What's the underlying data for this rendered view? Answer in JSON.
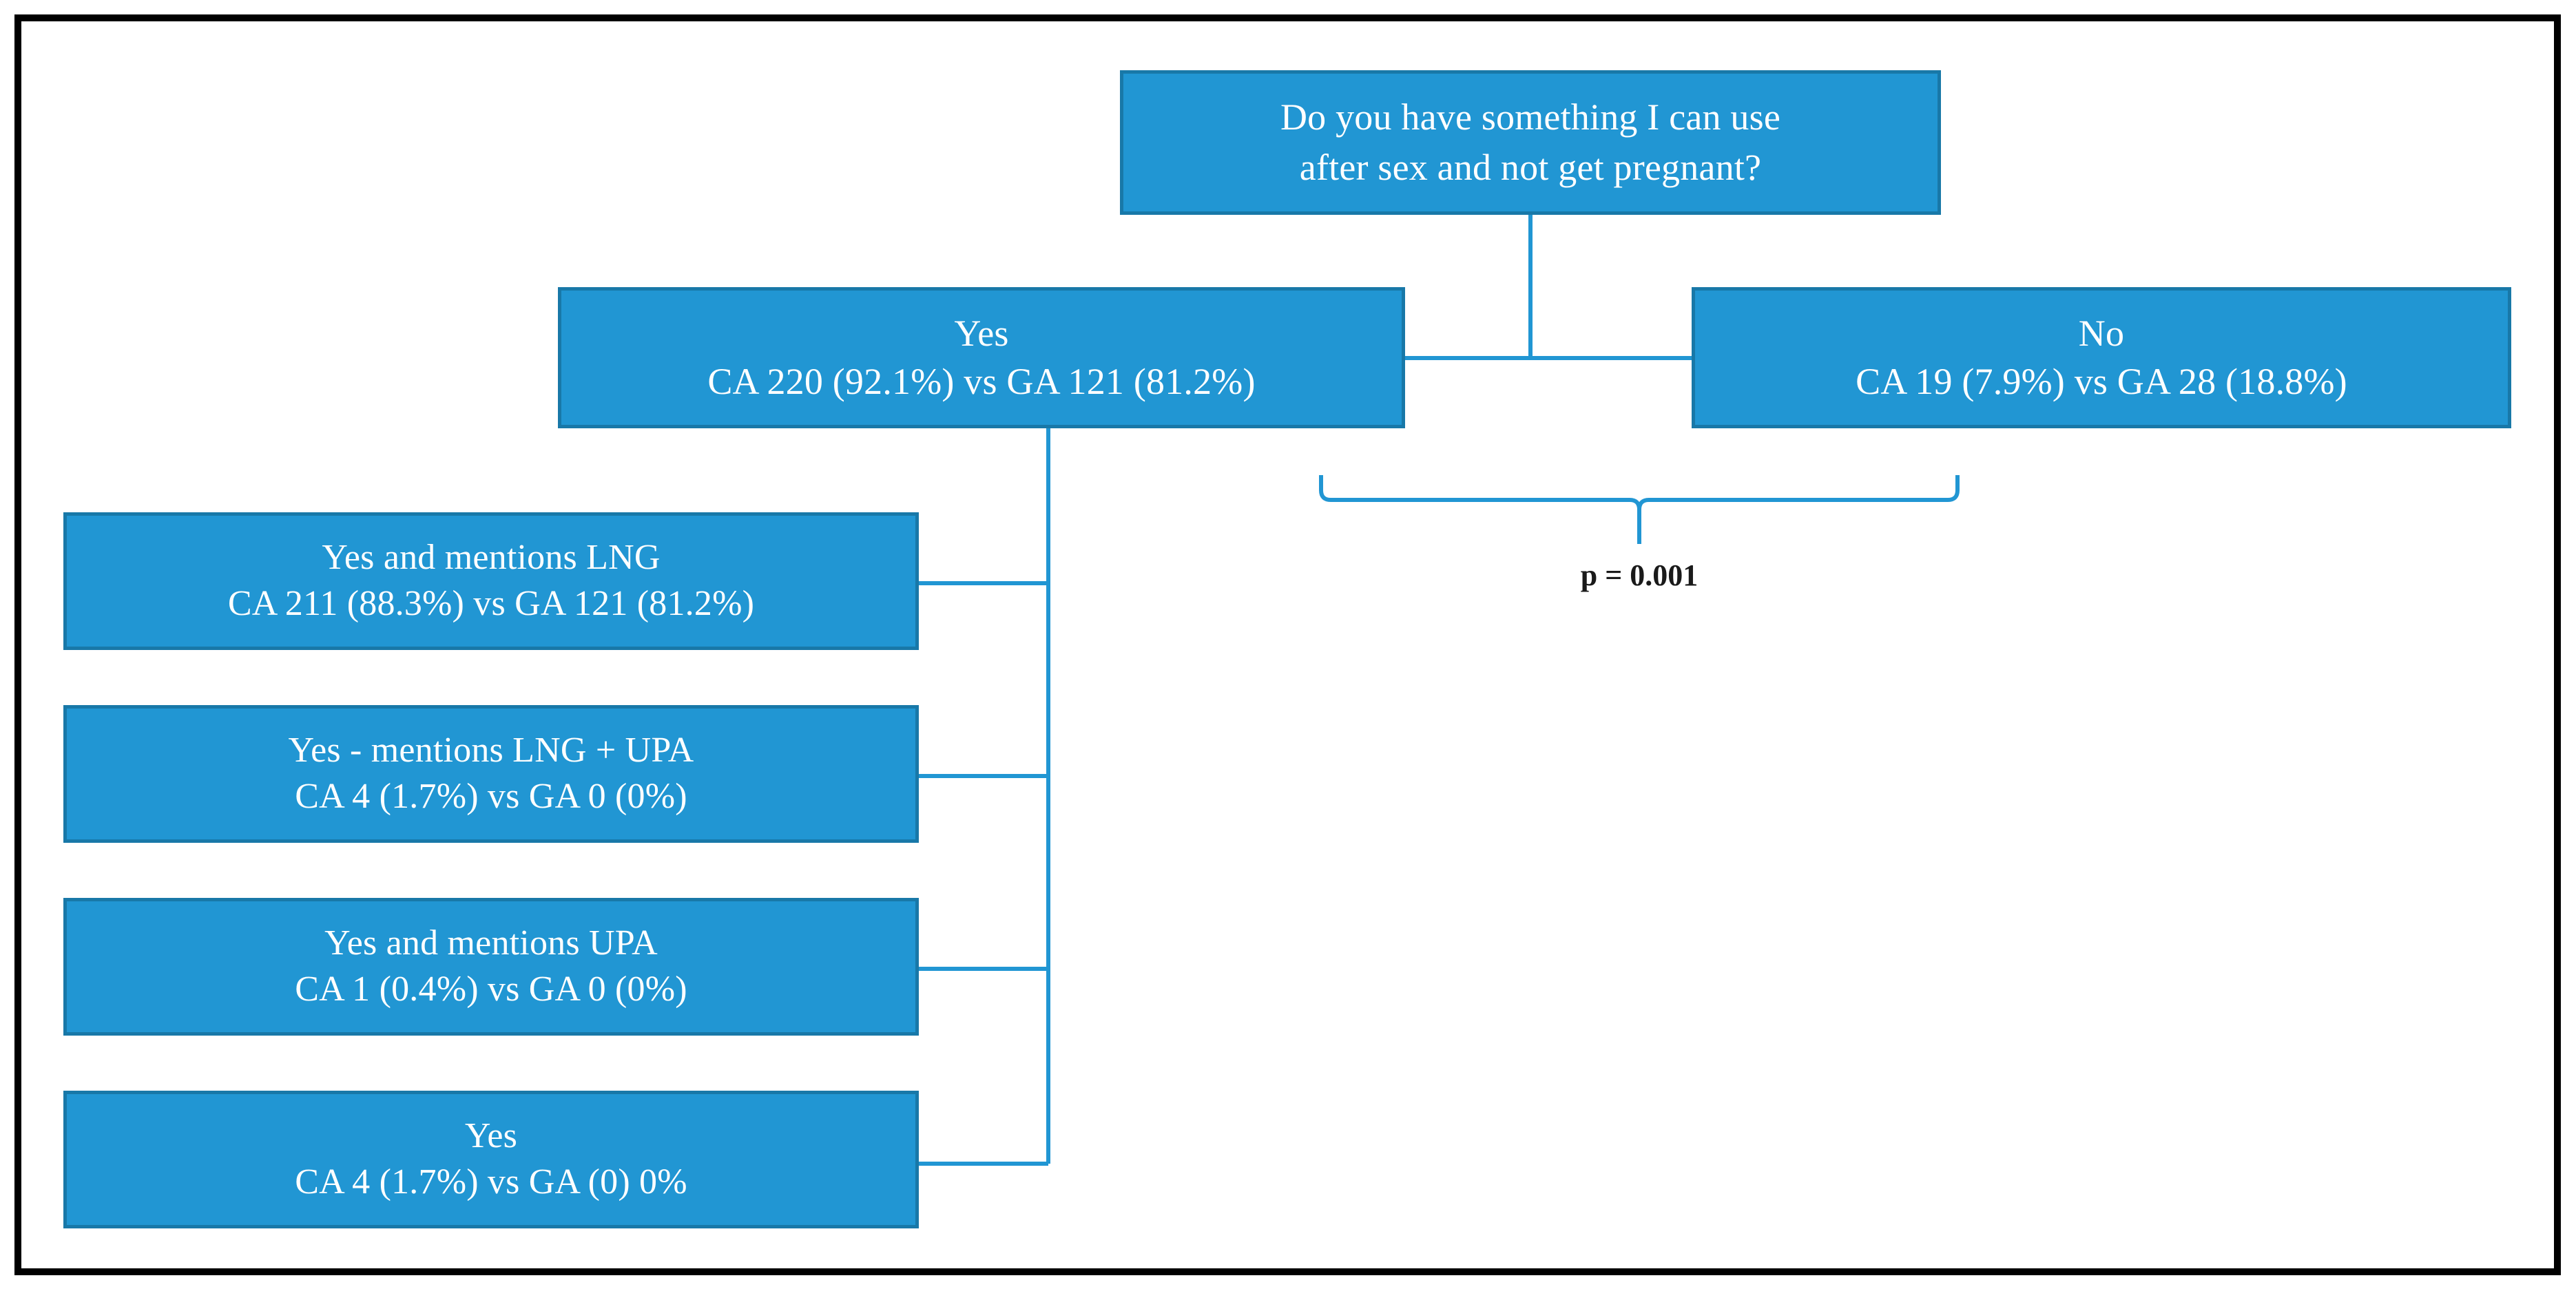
{
  "diagram": {
    "title_node": {
      "id": "root",
      "lines": [
        "Do you have something I can use",
        "after sex and not get pregnant?"
      ]
    },
    "branches": [
      {
        "id": "yes",
        "label": "Yes",
        "stats": "CA 220 (92.1%) vs GA 121 (81.2%)"
      },
      {
        "id": "no",
        "label": "No",
        "stats": "CA 19 (7.9%) vs GA 28 (18.8%)"
      }
    ],
    "sub_nodes": [
      {
        "id": "sub-0",
        "label": "Yes and mentions LNG",
        "stats": "CA 211 (88.3%) vs GA 121 (81.2%)"
      },
      {
        "id": "sub-1",
        "label": "Yes - mentions LNG + UPA",
        "stats": "CA 4 (1.7%) vs GA 0 (0%)"
      },
      {
        "id": "sub-2",
        "label": "Yes and mentions UPA",
        "stats": "CA 1 (0.4%) vs GA 0 (0%)"
      },
      {
        "id": "sub-3",
        "label": "Yes",
        "stats": "CA 4 (1.7%) vs GA (0) 0%"
      }
    ],
    "annotation": {
      "p_value": "p = 0.001"
    },
    "colors": {
      "node_fill": "#2196D3",
      "node_border": "#1878A8",
      "node_text": "#FFFFFF",
      "connector": "#2196D3",
      "frame": "#000000",
      "background": "#FFFFFF",
      "annotation_text": "#1A1A1A"
    }
  }
}
